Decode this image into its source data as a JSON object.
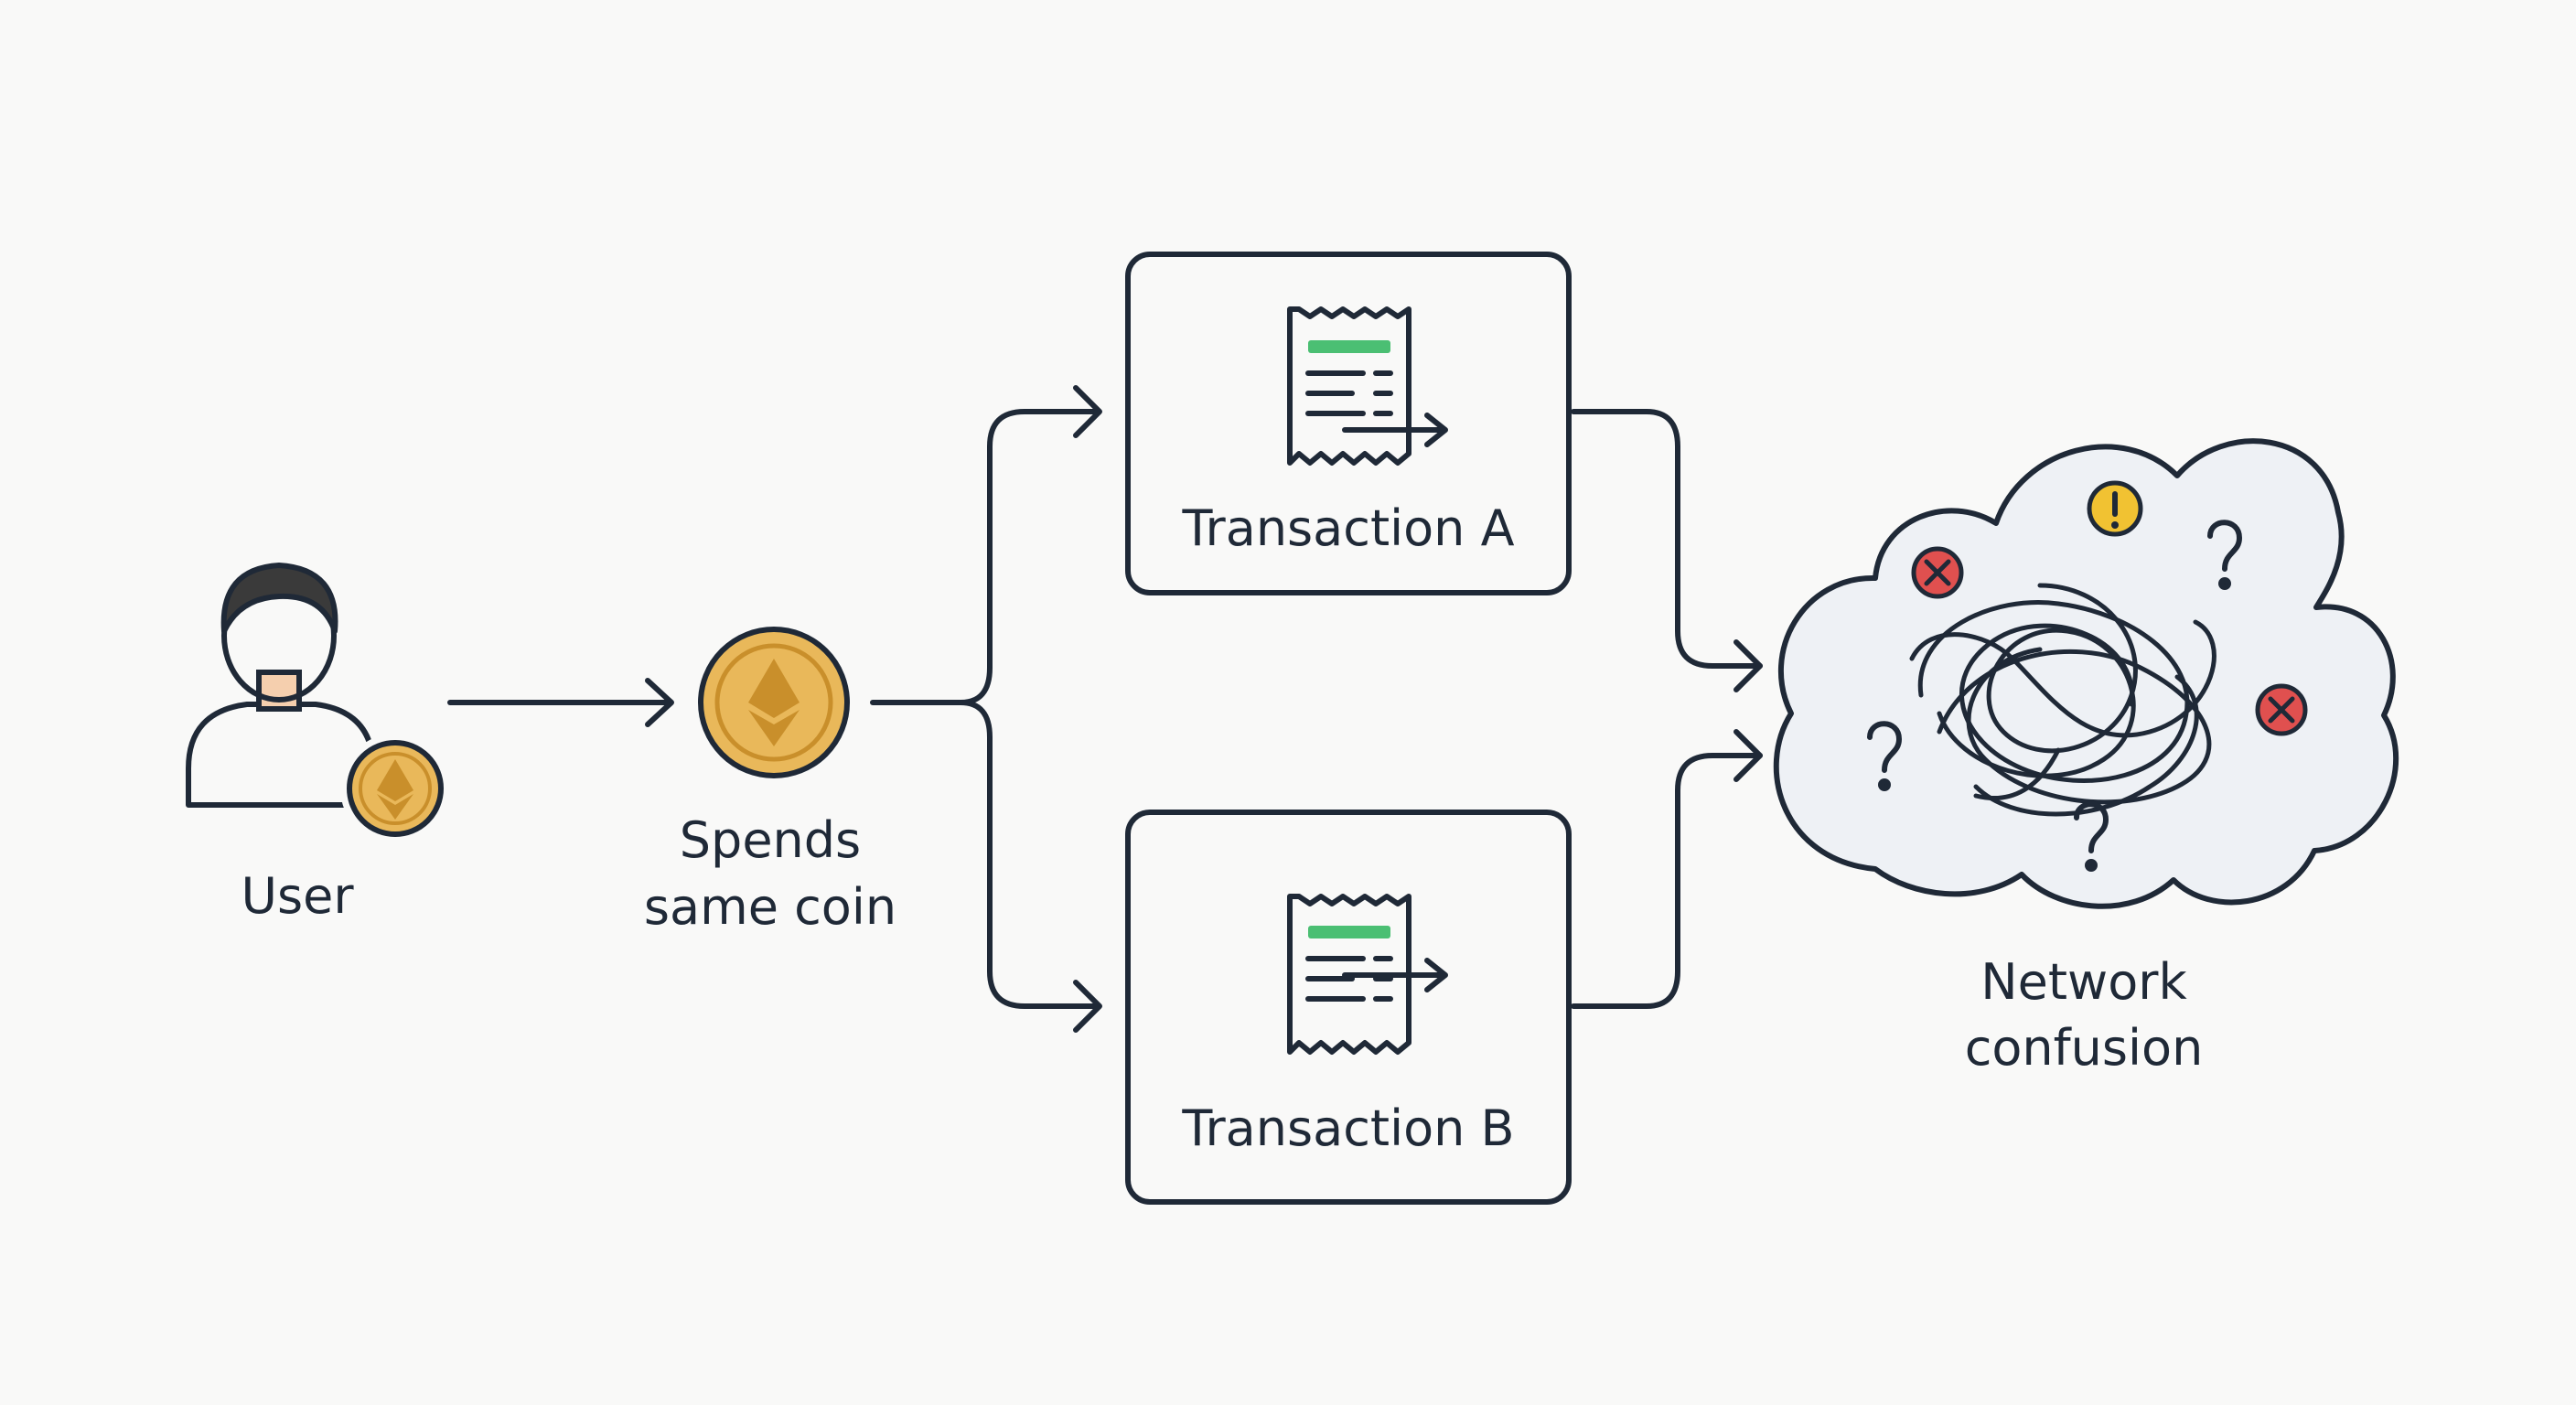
{
  "labels": {
    "user": "User",
    "spend_line1": "Spends",
    "spend_line2": "same coin",
    "transaction_a": "Transaction A",
    "transaction_b": "Transaction B",
    "network_line1": "Network",
    "network_line2": "confusion"
  },
  "icons": {
    "user": "user-avatar-icon",
    "coin": "ethereum-coin-icon",
    "receipt": "receipt-transfer-icon",
    "cloud": "network-cloud-icon",
    "error": "error-x-icon",
    "warning": "warning-exclamation-icon",
    "question": "question-mark-icon"
  },
  "colors": {
    "stroke": "#1f2937",
    "coin_gold": "#e9b85a",
    "coin_dark": "#c98f2b",
    "user_shirt": "#5b8fd6",
    "user_skin": "#f5cfae",
    "user_hair": "#3a3a3a",
    "receipt_green": "#4bbf73",
    "error_red": "#e0504f",
    "warning_yellow": "#f1c232",
    "cloud_fill": "#eef1f5",
    "background": "#f9f9f8"
  }
}
